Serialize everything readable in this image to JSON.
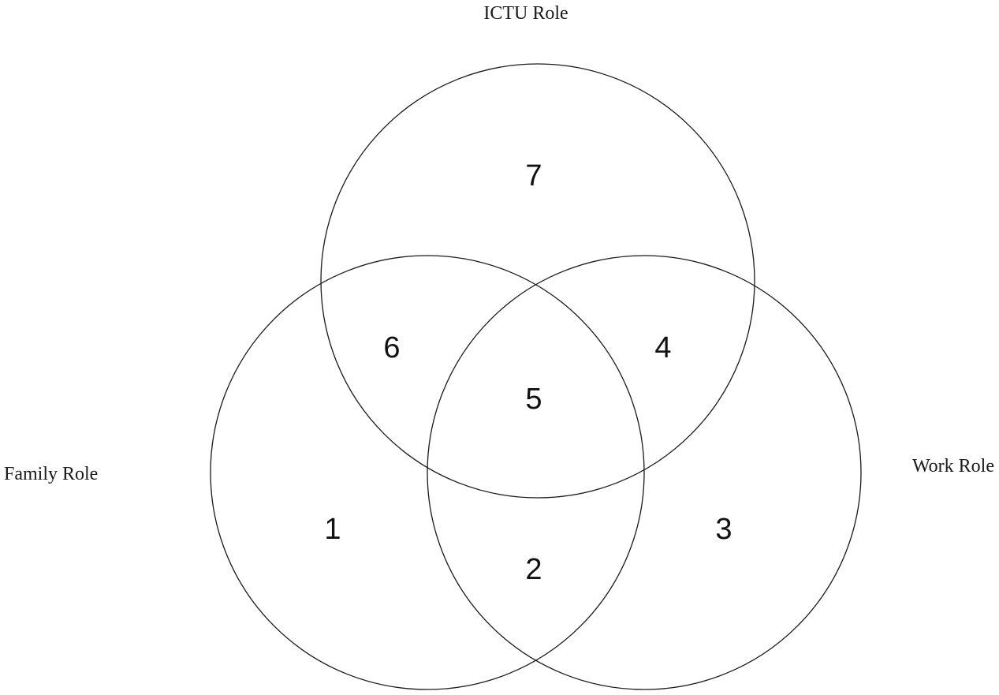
{
  "sets": {
    "top": "ICTU Role",
    "left": "Family Role",
    "right": "Work Role"
  },
  "regions": {
    "left_only": "1",
    "left_right": "2",
    "right_only": "3",
    "top_right": "4",
    "all_three": "5",
    "top_left": "6",
    "top_only": "7"
  }
}
